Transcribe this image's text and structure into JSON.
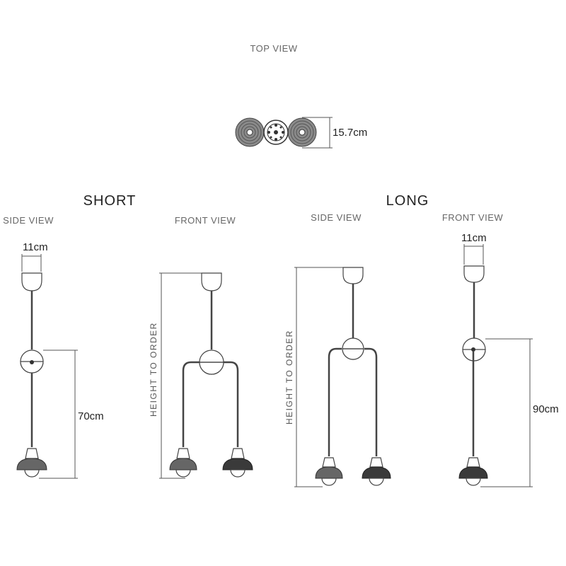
{
  "views": {
    "top_view": "TOP VIEW",
    "short": "SHORT",
    "long": "LONG",
    "short_side": "SIDE VIEW",
    "short_front": "FRONT VIEW",
    "long_side": "SIDE VIEW",
    "long_front": "FRONT VIEW"
  },
  "dimensions": {
    "top_depth": "15.7cm",
    "short_canopy_width": "11cm",
    "short_drop": "70cm",
    "short_height": "HEIGHT TO ORDER",
    "long_height": "HEIGHT TO ORDER",
    "long_canopy_width": "11cm",
    "long_drop": "90cm"
  }
}
